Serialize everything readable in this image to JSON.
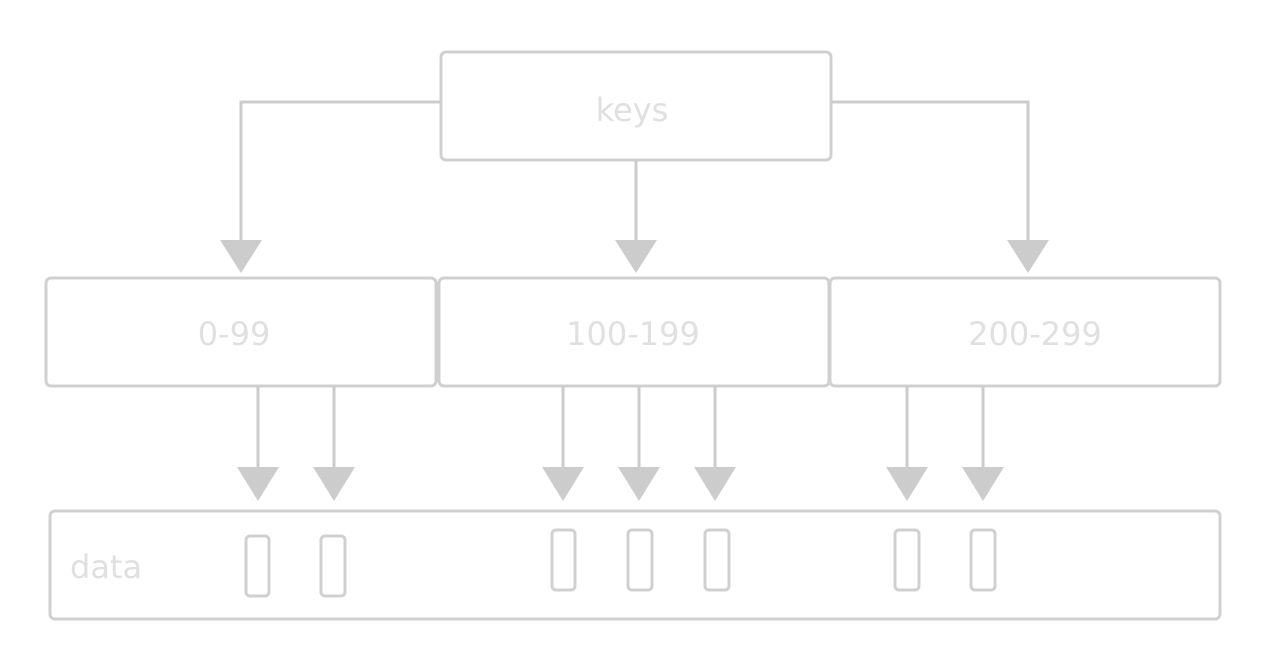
{
  "root": {
    "label": "keys"
  },
  "ranges": [
    {
      "label": "0-99",
      "pointers": 2
    },
    {
      "label": "100-199",
      "pointers": 3
    },
    {
      "label": "200-299",
      "pointers": 2
    }
  ],
  "data_block": {
    "label": "data"
  },
  "colors": {
    "stroke": "#d0d0d0",
    "arrow": "#cccccc",
    "text": "#e0e0e0",
    "background": "#ffffff"
  }
}
